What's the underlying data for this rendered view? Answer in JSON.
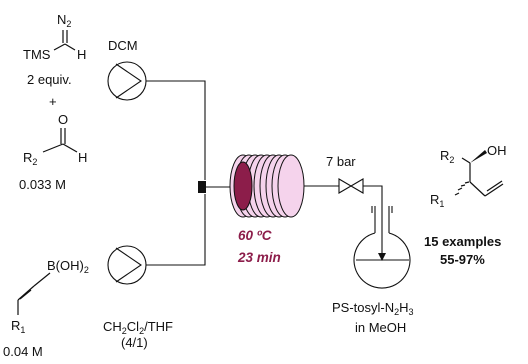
{
  "diagram": {
    "reagent_diazo": {
      "n2_label": "N",
      "n2_sub": "2",
      "tms_label": "TMS",
      "h_label": "H",
      "equiv": "2 equiv.",
      "plus": "+"
    },
    "reagent_aldehyde": {
      "o_label": "O",
      "r_label": "R",
      "r_sub": "2",
      "h_label": "H",
      "conc": "0.033 M"
    },
    "reagent_boronic": {
      "b_label": "B(OH)",
      "b_sub": "2",
      "r_label": "R",
      "r_sub": "1",
      "conc": "0.04 M"
    },
    "pump_top": {
      "solvent": "DCM"
    },
    "pump_bottom": {
      "solvent_main": "CH",
      "solvent_sub1": "2",
      "solvent_mid": "Cl",
      "solvent_sub2": "2",
      "solvent_tail": "/THF",
      "ratio": "(4/1)"
    },
    "reactor": {
      "temperature": "60 ºC",
      "time": "23 min"
    },
    "bpr": {
      "pressure": "7 bar"
    },
    "flask": {
      "reagent_prefix": "PS-tosyl-N",
      "reagent_sub": "2",
      "reagent_suffix": "H",
      "reagent_sub2": "3",
      "solvent": "in MeOH"
    },
    "product": {
      "r2_label": "R",
      "r2_sub": "2",
      "oh_label": "OH",
      "r1_label": "R",
      "r1_sub": "1",
      "examples": "15 examples",
      "yield": "55-97%"
    }
  }
}
